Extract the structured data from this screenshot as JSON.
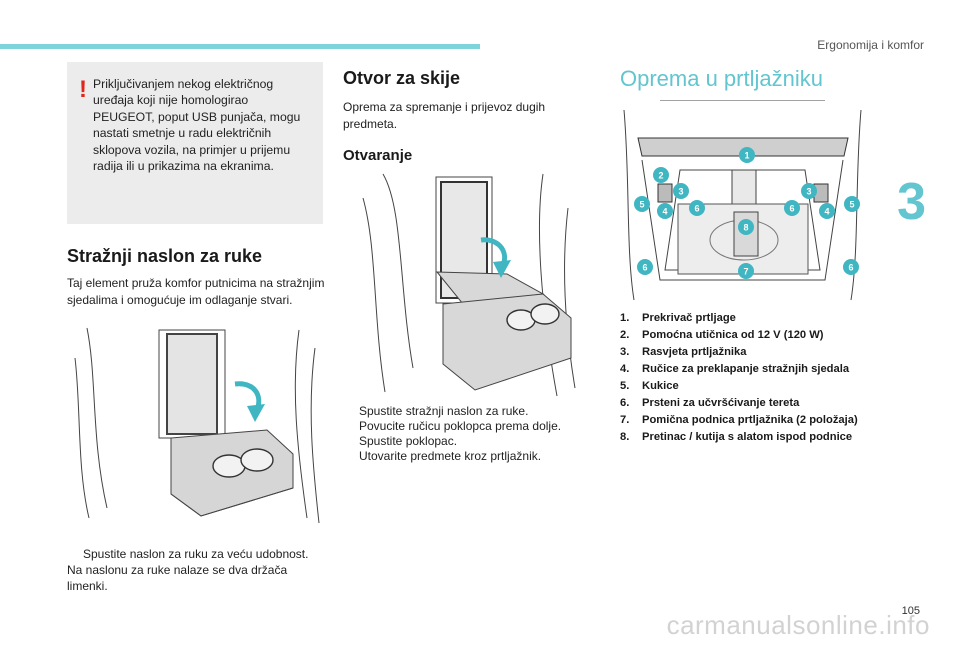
{
  "header": {
    "section_title": "Ergonomija i komfor",
    "chapter_number": "3",
    "page_number": "105"
  },
  "colors": {
    "accent": "#62c5cf",
    "warning": "#e3261b",
    "box_bg": "#ececec"
  },
  "warning": {
    "icon": "exclamation-icon",
    "text": "Priključivanjem nekog električnog uređaja koji nije homologirao PEUGEOT, poput USB punjača, mogu nastati smetnje u radu električnih sklopova vozila, na primjer u prijemu radija ili u prikazima na ekranima."
  },
  "armrest": {
    "title": "Stražnji naslon za ruke",
    "description": "Taj element pruža komfor putnicima na stražnjim sjedalima i omogućuje im odlaganje stvari.",
    "step_bullet": "",
    "step": "Spustite naslon za ruku za veću udobnost.",
    "note": "Na naslonu za ruke nalaze se dva držača limenki."
  },
  "ski": {
    "title": "Otvor za skije",
    "description": "Oprema za spremanje i prijevoz dugih predmeta.",
    "subtitle": "Otvaranje",
    "bullet": "",
    "steps": [
      "Spustite stražnji naslon za ruke.",
      "Povucite ručicu poklopca prema dolje.",
      "Spustite poklopac.",
      "Utovarite predmete kroz prtljažnik."
    ]
  },
  "trunk": {
    "title": "Oprema u prtljažniku",
    "callouts": [
      "1",
      "2",
      "3",
      "4",
      "5",
      "6",
      "7",
      "8"
    ],
    "items": [
      {
        "num": "1.",
        "label": "Prekrivač prtljage"
      },
      {
        "num": "2.",
        "label": "Pomoćna utičnica od 12 V (120 W)"
      },
      {
        "num": "3.",
        "label": "Rasvjeta prtljažnika"
      },
      {
        "num": "4.",
        "label": "Ručice za preklapanje stražnjih sjedala"
      },
      {
        "num": "5.",
        "label": "Kukice"
      },
      {
        "num": "6.",
        "label": "Prsteni za učvršćivanje tereta"
      },
      {
        "num": "7.",
        "label": "Pomična podnica prtljažnika (2 položaja)"
      },
      {
        "num": "8.",
        "label": "Pretinac / kutija s alatom ispod podnice"
      }
    ]
  },
  "watermark": "carmanualsonline.info"
}
